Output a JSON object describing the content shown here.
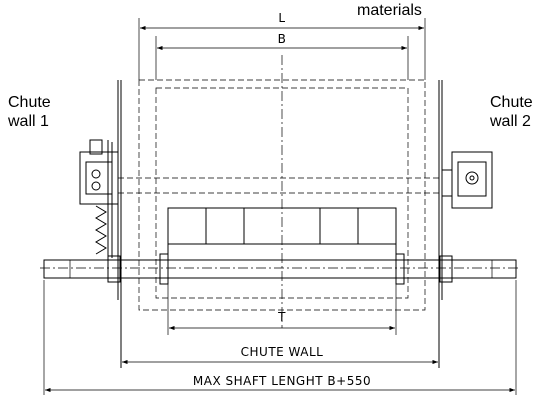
{
  "labels": {
    "materials": "materials",
    "chute_wall_1_line1": "Chute",
    "chute_wall_1_line2": "wall  1",
    "chute_wall_2_line1": "Chute",
    "chute_wall_2_line2": "wall  2"
  },
  "dimensions": {
    "L": "L",
    "B": "B",
    "T": "T",
    "chute_wall": "CHUTE WALL",
    "max_shaft_length": "MAX SHAFT LENGHT   B+550"
  }
}
